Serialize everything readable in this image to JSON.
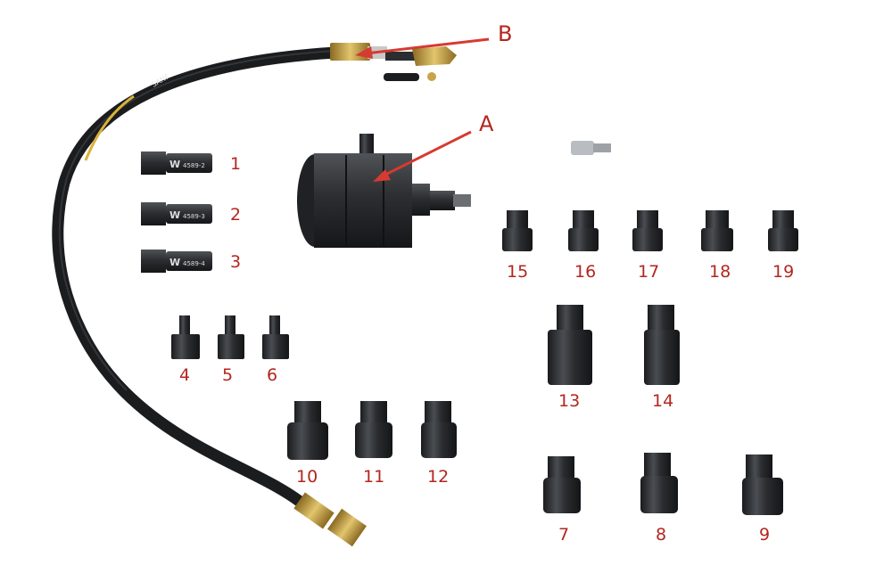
{
  "callouts": {
    "a": "A",
    "b": "B"
  },
  "part_numbers": {
    "p1": "1",
    "p2": "2",
    "p3": "3",
    "p4": "4",
    "p5": "5",
    "p6": "6",
    "p7": "7",
    "p8": "8",
    "p9": "9",
    "p10": "10",
    "p11": "11",
    "p12": "12",
    "p13": "13",
    "p14": "14",
    "p15": "15",
    "p16": "16",
    "p17": "17",
    "p18": "18",
    "p19": "19"
  },
  "adapter_markings": {
    "m1": "4589-2",
    "m2": "4589-3",
    "m3": "4589-4"
  },
  "hose_printing": {
    "brand": "SANF",
    "logo": "W"
  },
  "colors": {
    "label": "#b3261e",
    "metal": "#2b2d30",
    "brass": "#c9a24a",
    "background": "#ffffff"
  }
}
